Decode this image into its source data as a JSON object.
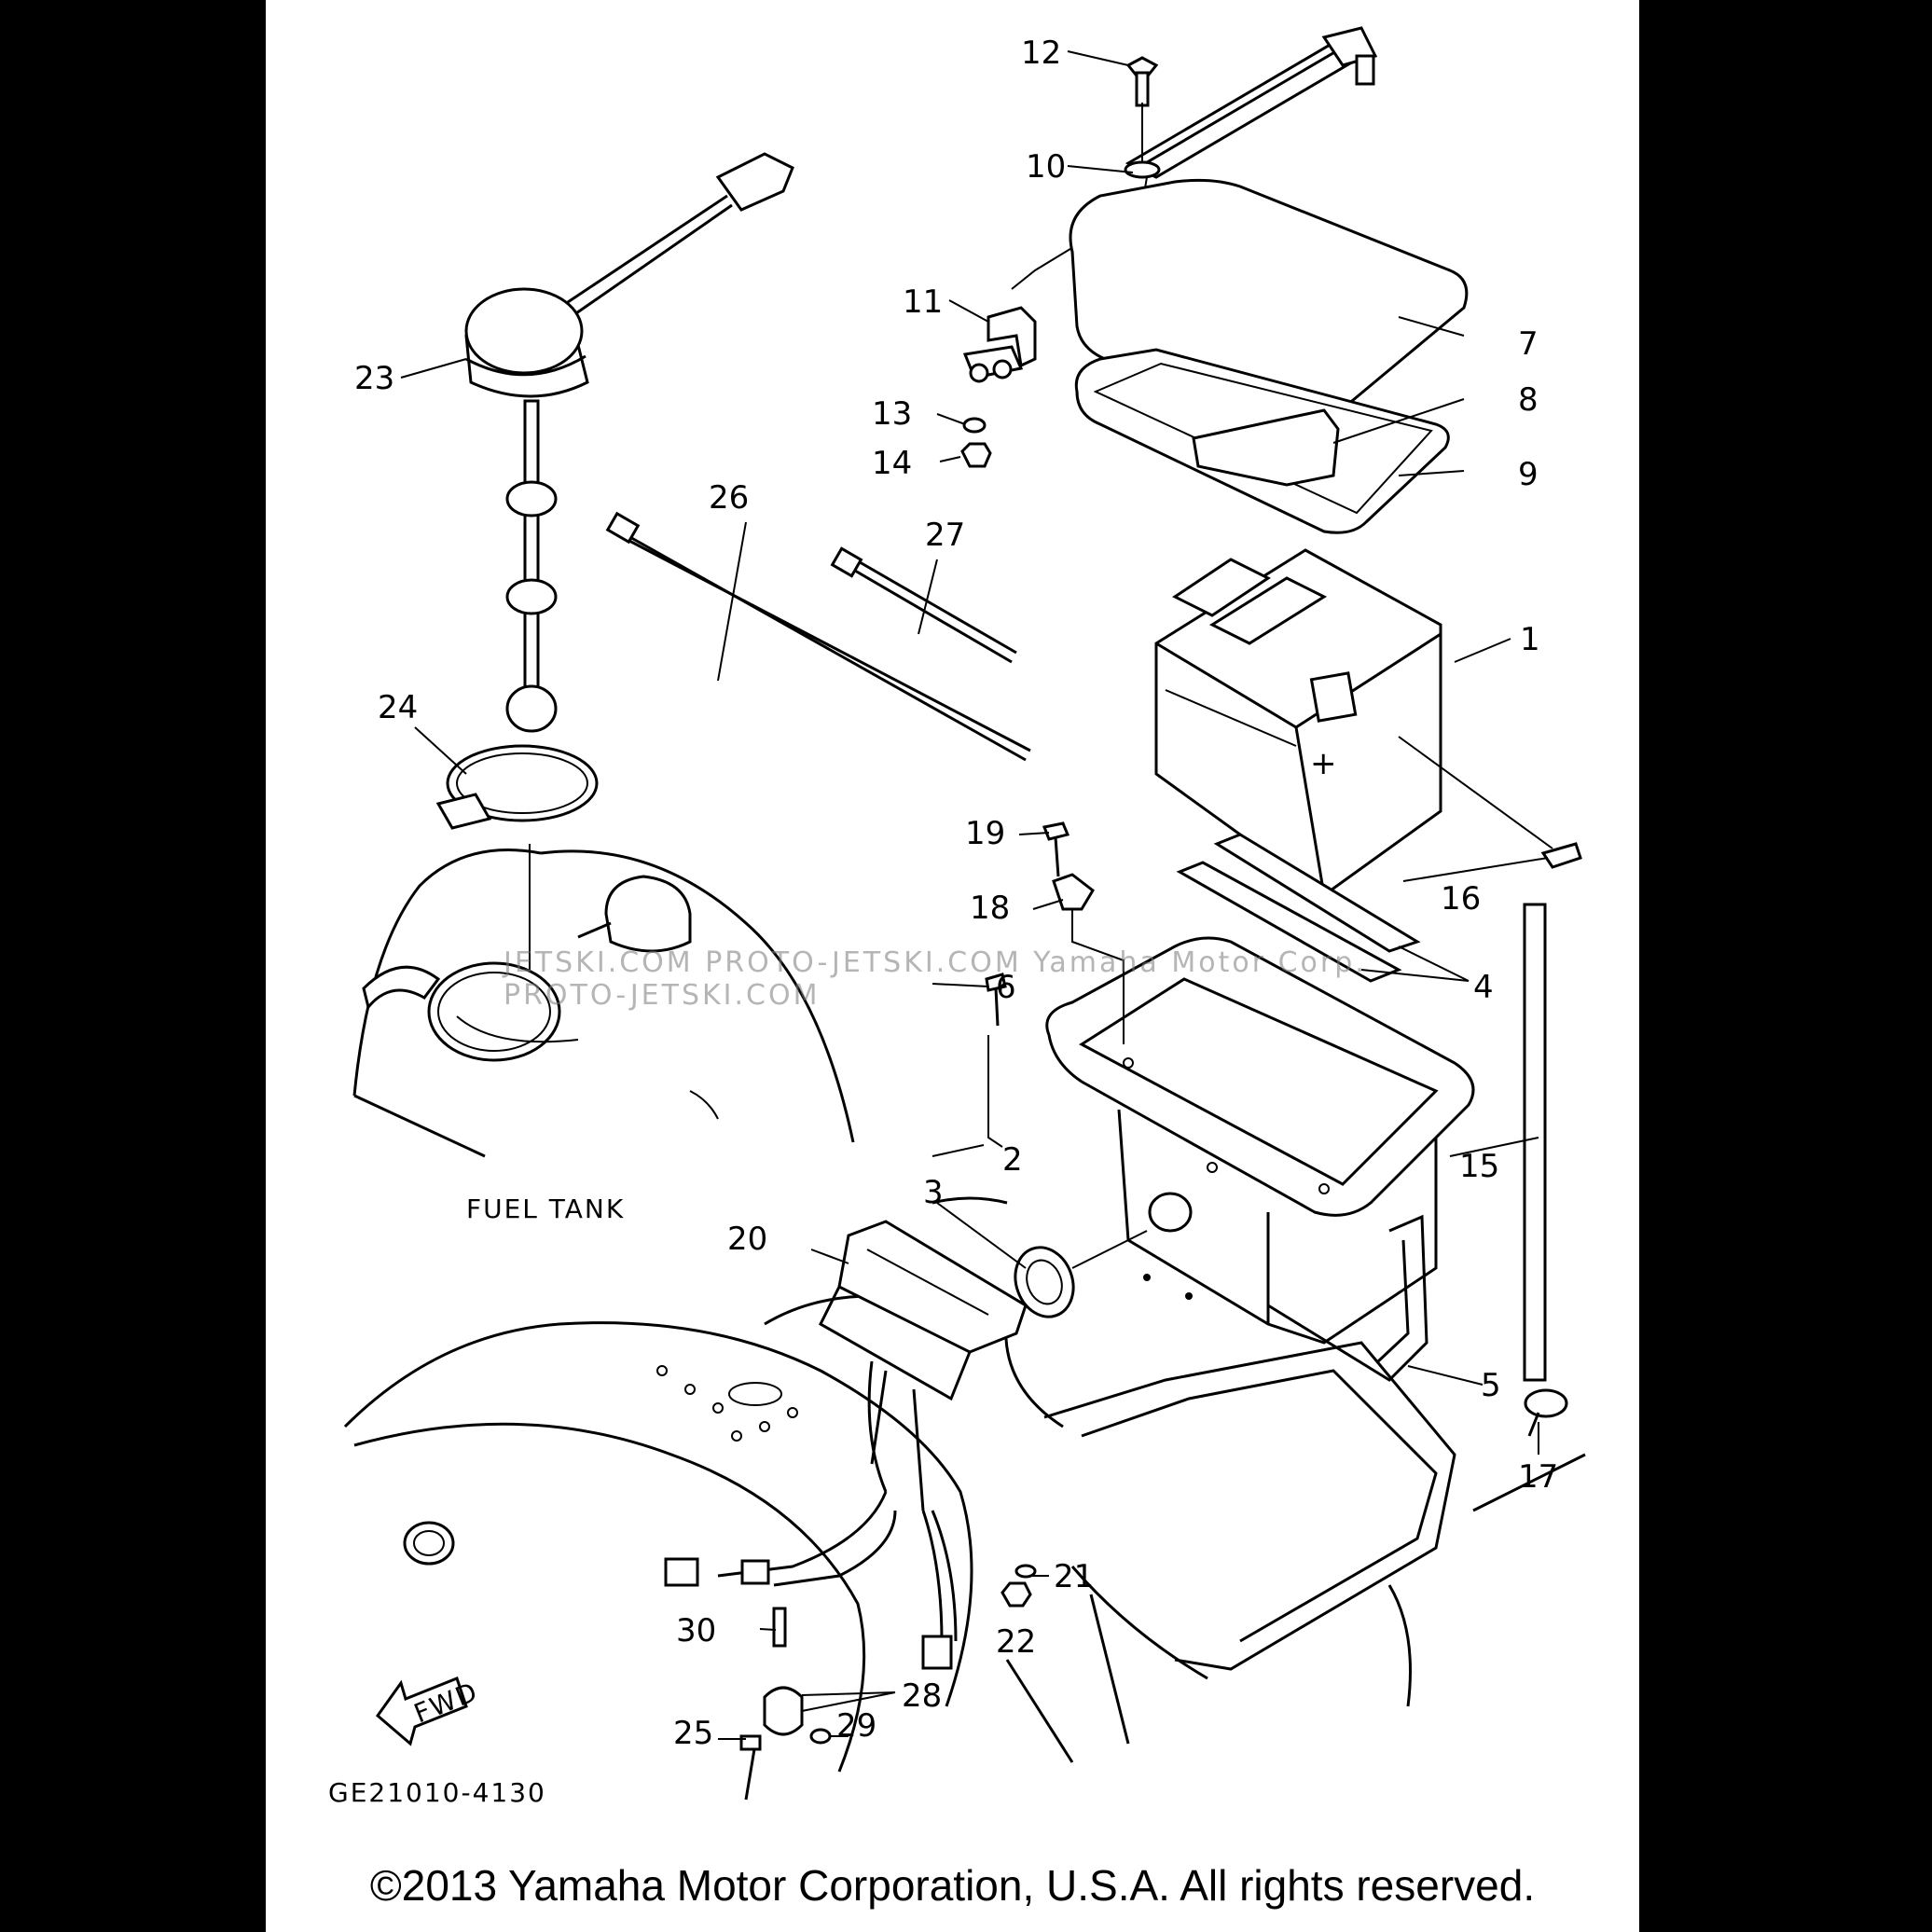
{
  "diagram_code": "GE21010-4130",
  "copyright": "©2013 Yamaha Motor Corporation, U.S.A. All rights reserved.",
  "watermark": "JETSKI.COM  PROTO-JETSKI.COM  Yamaha Motor Corp.  PROTO-JETSKI.COM",
  "labels": {
    "fuel_tank": "FUEL TANK",
    "fwd": "FWD"
  },
  "callouts": [
    "1",
    "2",
    "3",
    "4",
    "5",
    "6",
    "7",
    "8",
    "9",
    "10",
    "11",
    "12",
    "13",
    "14",
    "15",
    "16",
    "17",
    "18",
    "19",
    "20",
    "21",
    "22",
    "23",
    "24",
    "25",
    "26",
    "27",
    "28",
    "29",
    "30"
  ]
}
